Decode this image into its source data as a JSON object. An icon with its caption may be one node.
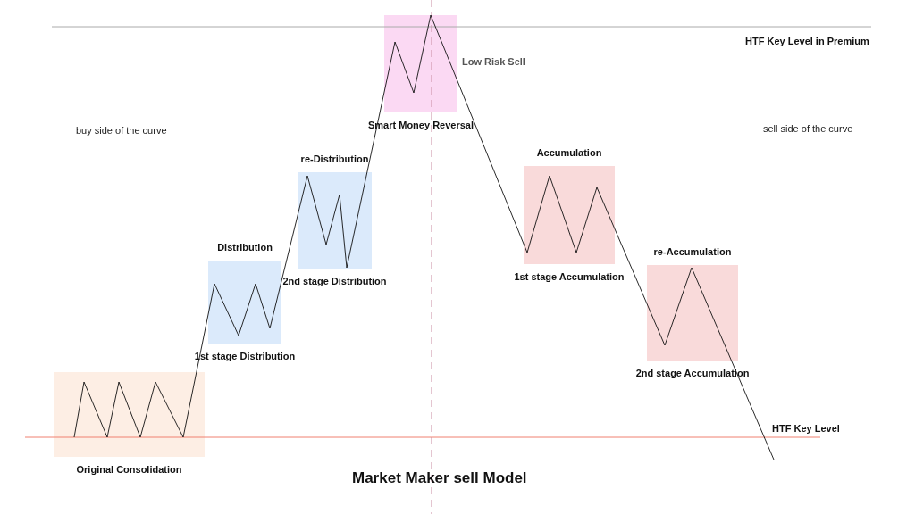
{
  "diagram": {
    "title": "Market Maker sell Model",
    "nodes": [
      {
        "text": [
          "Original Consolidation"
        ]
      },
      {
        "text": [
          "Distribution",
          "1st stage Distribution"
        ]
      },
      {
        "text": [
          "re-Distribution",
          "2nd stage Distribution"
        ]
      },
      {
        "text": [
          "Smart Money Reversal"
        ],
        "beside": [
          "Low Risk Sell"
        ]
      },
      {
        "text": [
          "Accumulation",
          "1st stage Accumulation"
        ]
      },
      {
        "text": [
          "re-Accumulation",
          "2nd stage Accumulation"
        ]
      }
    ],
    "edges": [],
    "labels": [
      "HTF Key Level in Premium",
      "buy side of the curve",
      "sell side of the curve",
      "HTF Key Level"
    ]
  }
}
